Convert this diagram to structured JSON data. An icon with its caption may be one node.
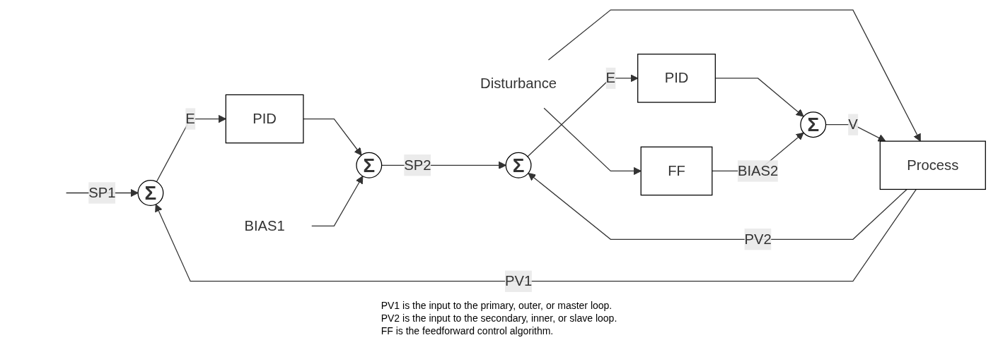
{
  "diagram": {
    "nodes": [
      {
        "text": [
          "Σ"
        ]
      },
      {
        "text": [
          "PID"
        ]
      },
      {
        "text": [
          "Σ"
        ]
      },
      {
        "text": [
          "BIAS1"
        ]
      },
      {
        "text": [
          "Σ"
        ]
      },
      {
        "text": [
          "PID"
        ]
      },
      {
        "text": [
          "FF"
        ]
      },
      {
        "text": [
          "Disturbance"
        ]
      },
      {
        "text": [
          "Σ"
        ]
      },
      {
        "text": [
          "Process"
        ]
      }
    ],
    "edges": [
      {
        "from": null,
        "to": 0,
        "arrow": "to",
        "label": "SP1"
      },
      {
        "from": 0,
        "to": 1,
        "arrow": "to",
        "label": "E"
      },
      {
        "from": 1,
        "to": 2,
        "arrow": "to"
      },
      {
        "from": 3,
        "to": 2,
        "arrow": "to"
      },
      {
        "from": 2,
        "to": 4,
        "arrow": "to",
        "label": "SP2"
      },
      {
        "from": 4,
        "to": 5,
        "arrow": "to",
        "label": "E"
      },
      {
        "from": 5,
        "to": 8,
        "arrow": "to"
      },
      {
        "from": 7,
        "to": 6,
        "arrow": "to"
      },
      {
        "from": 6,
        "to": 8,
        "arrow": "to",
        "label": "BIAS2"
      },
      {
        "from": 7,
        "to": 9,
        "arrow": "to"
      },
      {
        "from": 8,
        "to": 9,
        "arrow": "to",
        "label": "V"
      },
      {
        "from": 9,
        "to": 4,
        "arrow": "to",
        "label": "PV2"
      },
      {
        "from": 9,
        "to": 0,
        "arrow": "to",
        "label": "PV1"
      }
    ],
    "labels": [
      "PV1 is the input to the primary, outer, or master loop.",
      "PV2 is the input to the secondary, inner, or slave loop.",
      "FF is the feedforward control algorithm."
    ]
  }
}
